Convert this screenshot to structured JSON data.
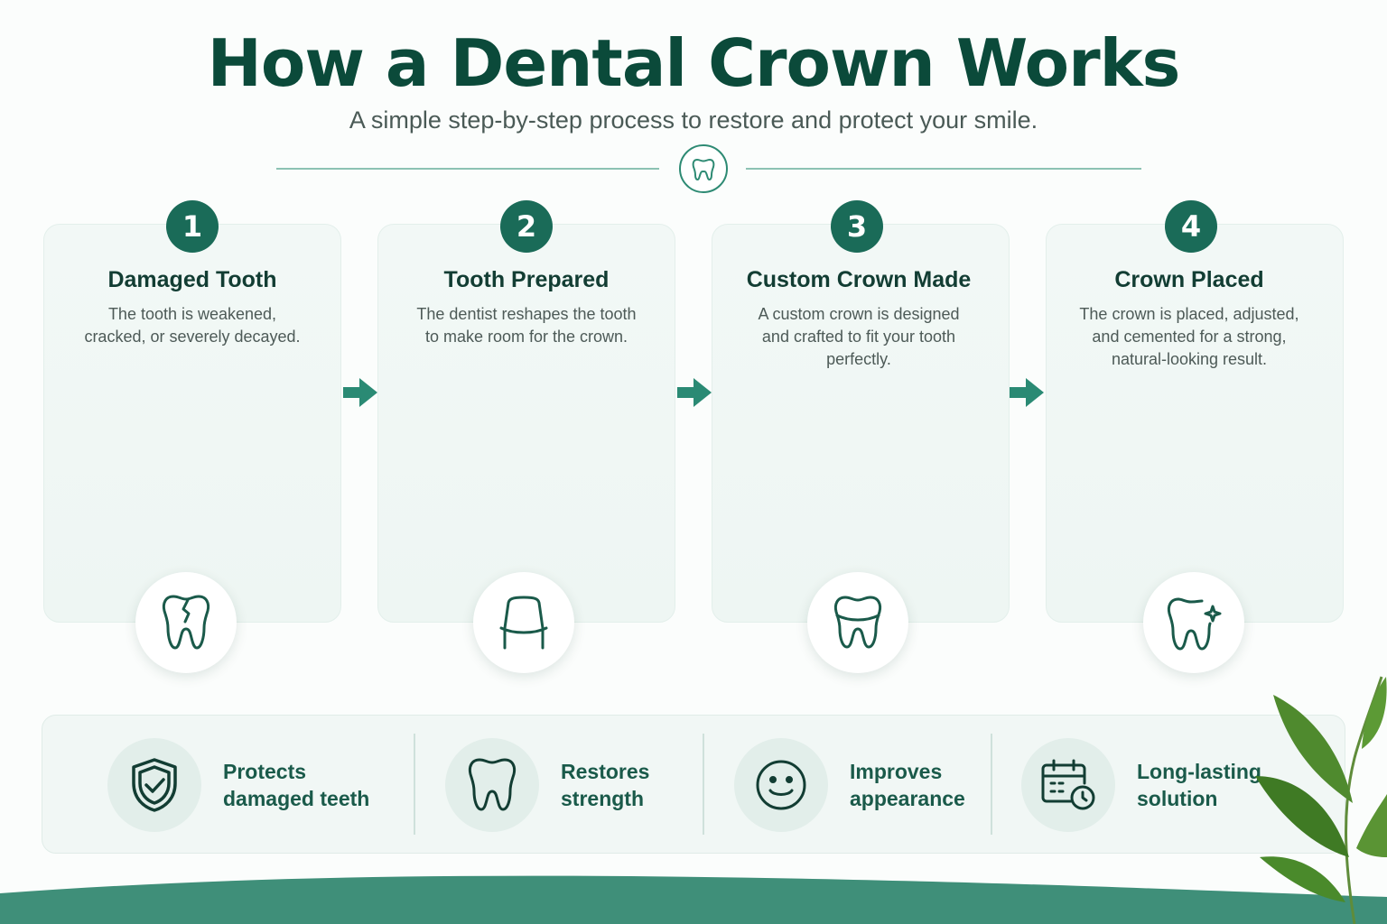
{
  "header": {
    "title": "How a Dental Crown Works",
    "subtitle": "A simple step-by-step process to restore and protect your smile."
  },
  "colors": {
    "brand": "#0b4a3a",
    "accent": "#1a6b58",
    "arrow": "#2a8a74",
    "gum": "#e7908c"
  },
  "steps": [
    {
      "number": "1",
      "title": "Damaged Tooth",
      "desc": [
        "The tooth is weakened,",
        "cracked, or severely decayed."
      ],
      "icon": "cracked-tooth-icon"
    },
    {
      "number": "2",
      "title": "Tooth Prepared",
      "desc": [
        "The dentist reshapes the tooth",
        "to make room for the crown."
      ],
      "icon": "prepared-tooth-icon"
    },
    {
      "number": "3",
      "title": "Custom Crown Made",
      "desc": [
        "A custom crown is designed",
        "and crafted to fit your tooth",
        "perfectly."
      ],
      "icon": "crowned-tooth-icon"
    },
    {
      "number": "4",
      "title": "Crown Placed",
      "desc": [
        "The crown is placed, adjusted,",
        "and cemented for a strong,",
        "natural-looking result."
      ],
      "icon": "sparkle-tooth-icon"
    }
  ],
  "benefits": [
    {
      "line1": "Protects",
      "line2": "damaged teeth",
      "icon": "shield-check-icon"
    },
    {
      "line1": "Restores",
      "line2": "strength",
      "icon": "tooth-icon"
    },
    {
      "line1": "Improves",
      "line2": "appearance",
      "icon": "smile-icon"
    },
    {
      "line1": "Long-lasting",
      "line2": "solution",
      "icon": "calendar-clock-icon"
    }
  ]
}
